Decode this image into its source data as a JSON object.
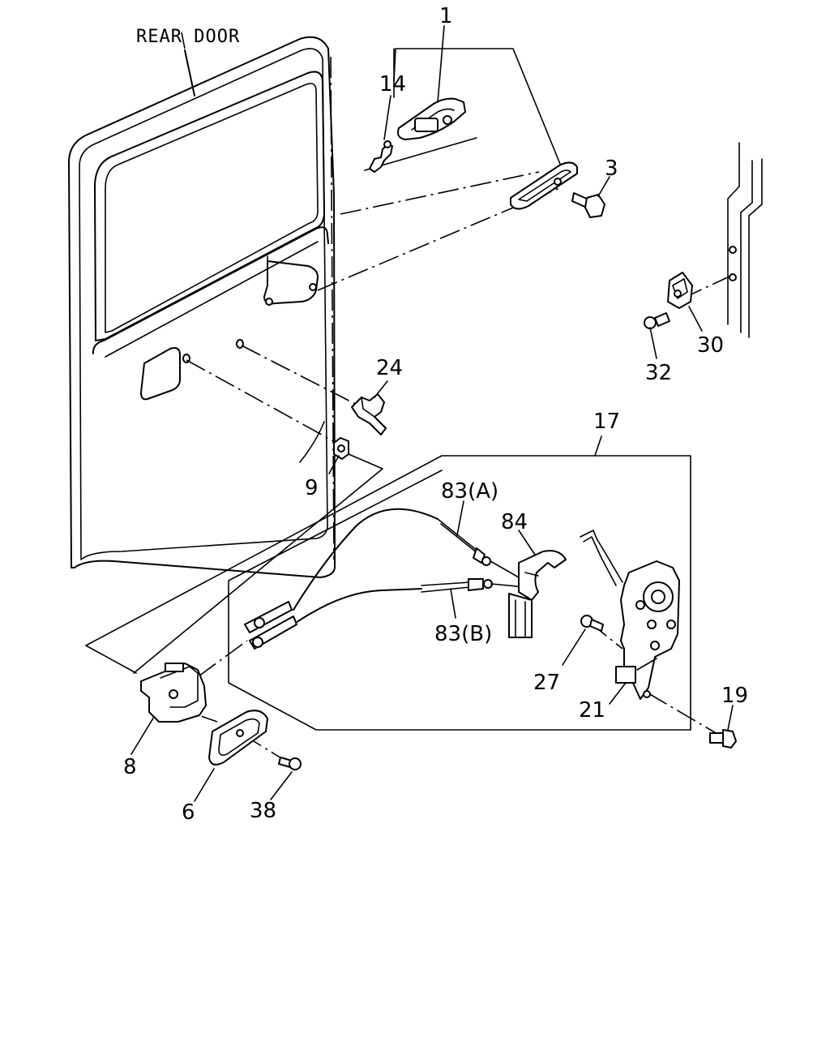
{
  "diagram": {
    "title": "REAR DOOR",
    "callouts": {
      "p1": "1",
      "p14": "14",
      "p3": "3",
      "p30": "30",
      "p32": "32",
      "p24": "24",
      "p9": "9",
      "p17": "17",
      "p83a": "83(A)",
      "p84": "84",
      "p83b": "83(B)",
      "p27": "27",
      "p21": "21",
      "p19": "19",
      "p8": "8",
      "p6": "6",
      "p38": "38"
    }
  }
}
